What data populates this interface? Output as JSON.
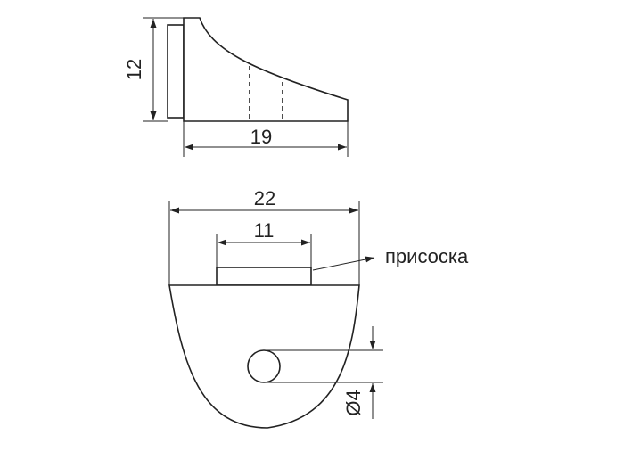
{
  "side_view": {
    "height_label": "12",
    "length_label": "19"
  },
  "top_view": {
    "width_label": "22",
    "pad_width_label": "11",
    "hole_label": "Ø4"
  },
  "callout": {
    "label": "присоска"
  },
  "colors": {
    "line": "#222222",
    "dimension": "#222222",
    "background": "#ffffff"
  }
}
